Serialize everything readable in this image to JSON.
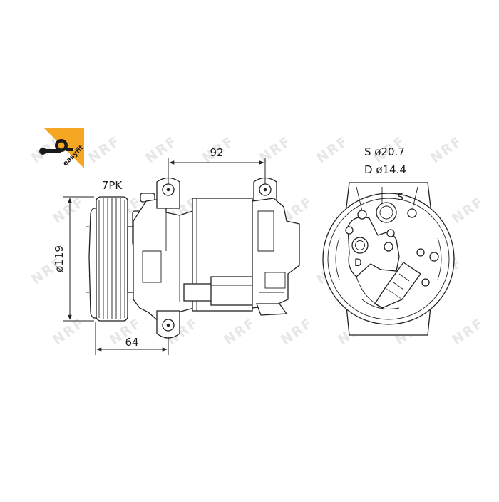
{
  "badge": {
    "text": "easyfit",
    "color": "#f5a623"
  },
  "watermark": {
    "text": "NRF",
    "color": "#e7e7e7"
  },
  "side_view": {
    "belt_label": "7PK",
    "pulley_diameter_label": "ø119",
    "length_label": "92",
    "offset_label": "64"
  },
  "rear_view": {
    "suction_spec": "S ø20.7",
    "discharge_spec": "D ø14.4",
    "suction_marker": "S",
    "discharge_marker": "D"
  }
}
